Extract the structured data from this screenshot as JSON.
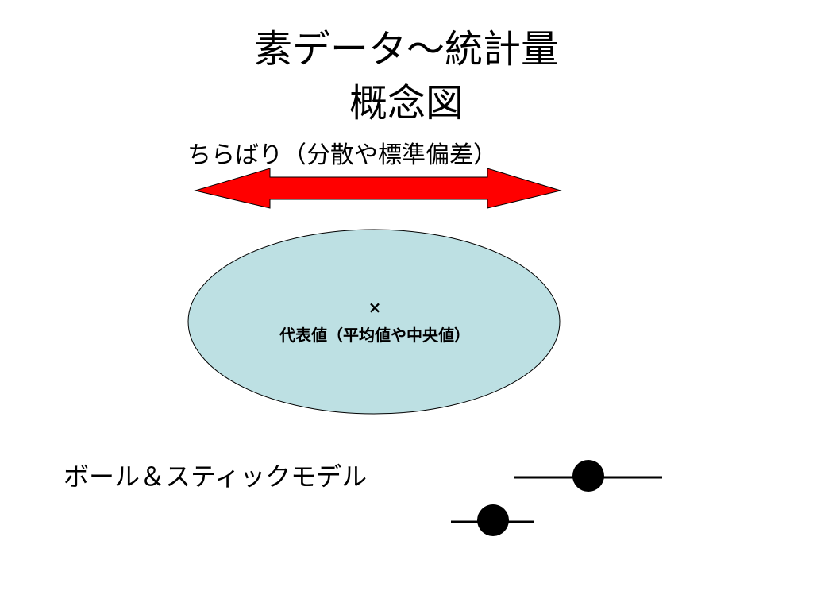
{
  "slide": {
    "title_line1": "素データ～統計量",
    "title_line2": "概念図",
    "spread_label": "ちらばり（分散や標準偏差）",
    "center_mark": "×",
    "center_label": "代表値（平均値や中央値）",
    "ball_stick_label": "ボール＆スティックモデル"
  },
  "colors": {
    "arrow_fill": "#ff0000",
    "ellipse_fill": "#bde0e3",
    "outline": "#000000"
  }
}
